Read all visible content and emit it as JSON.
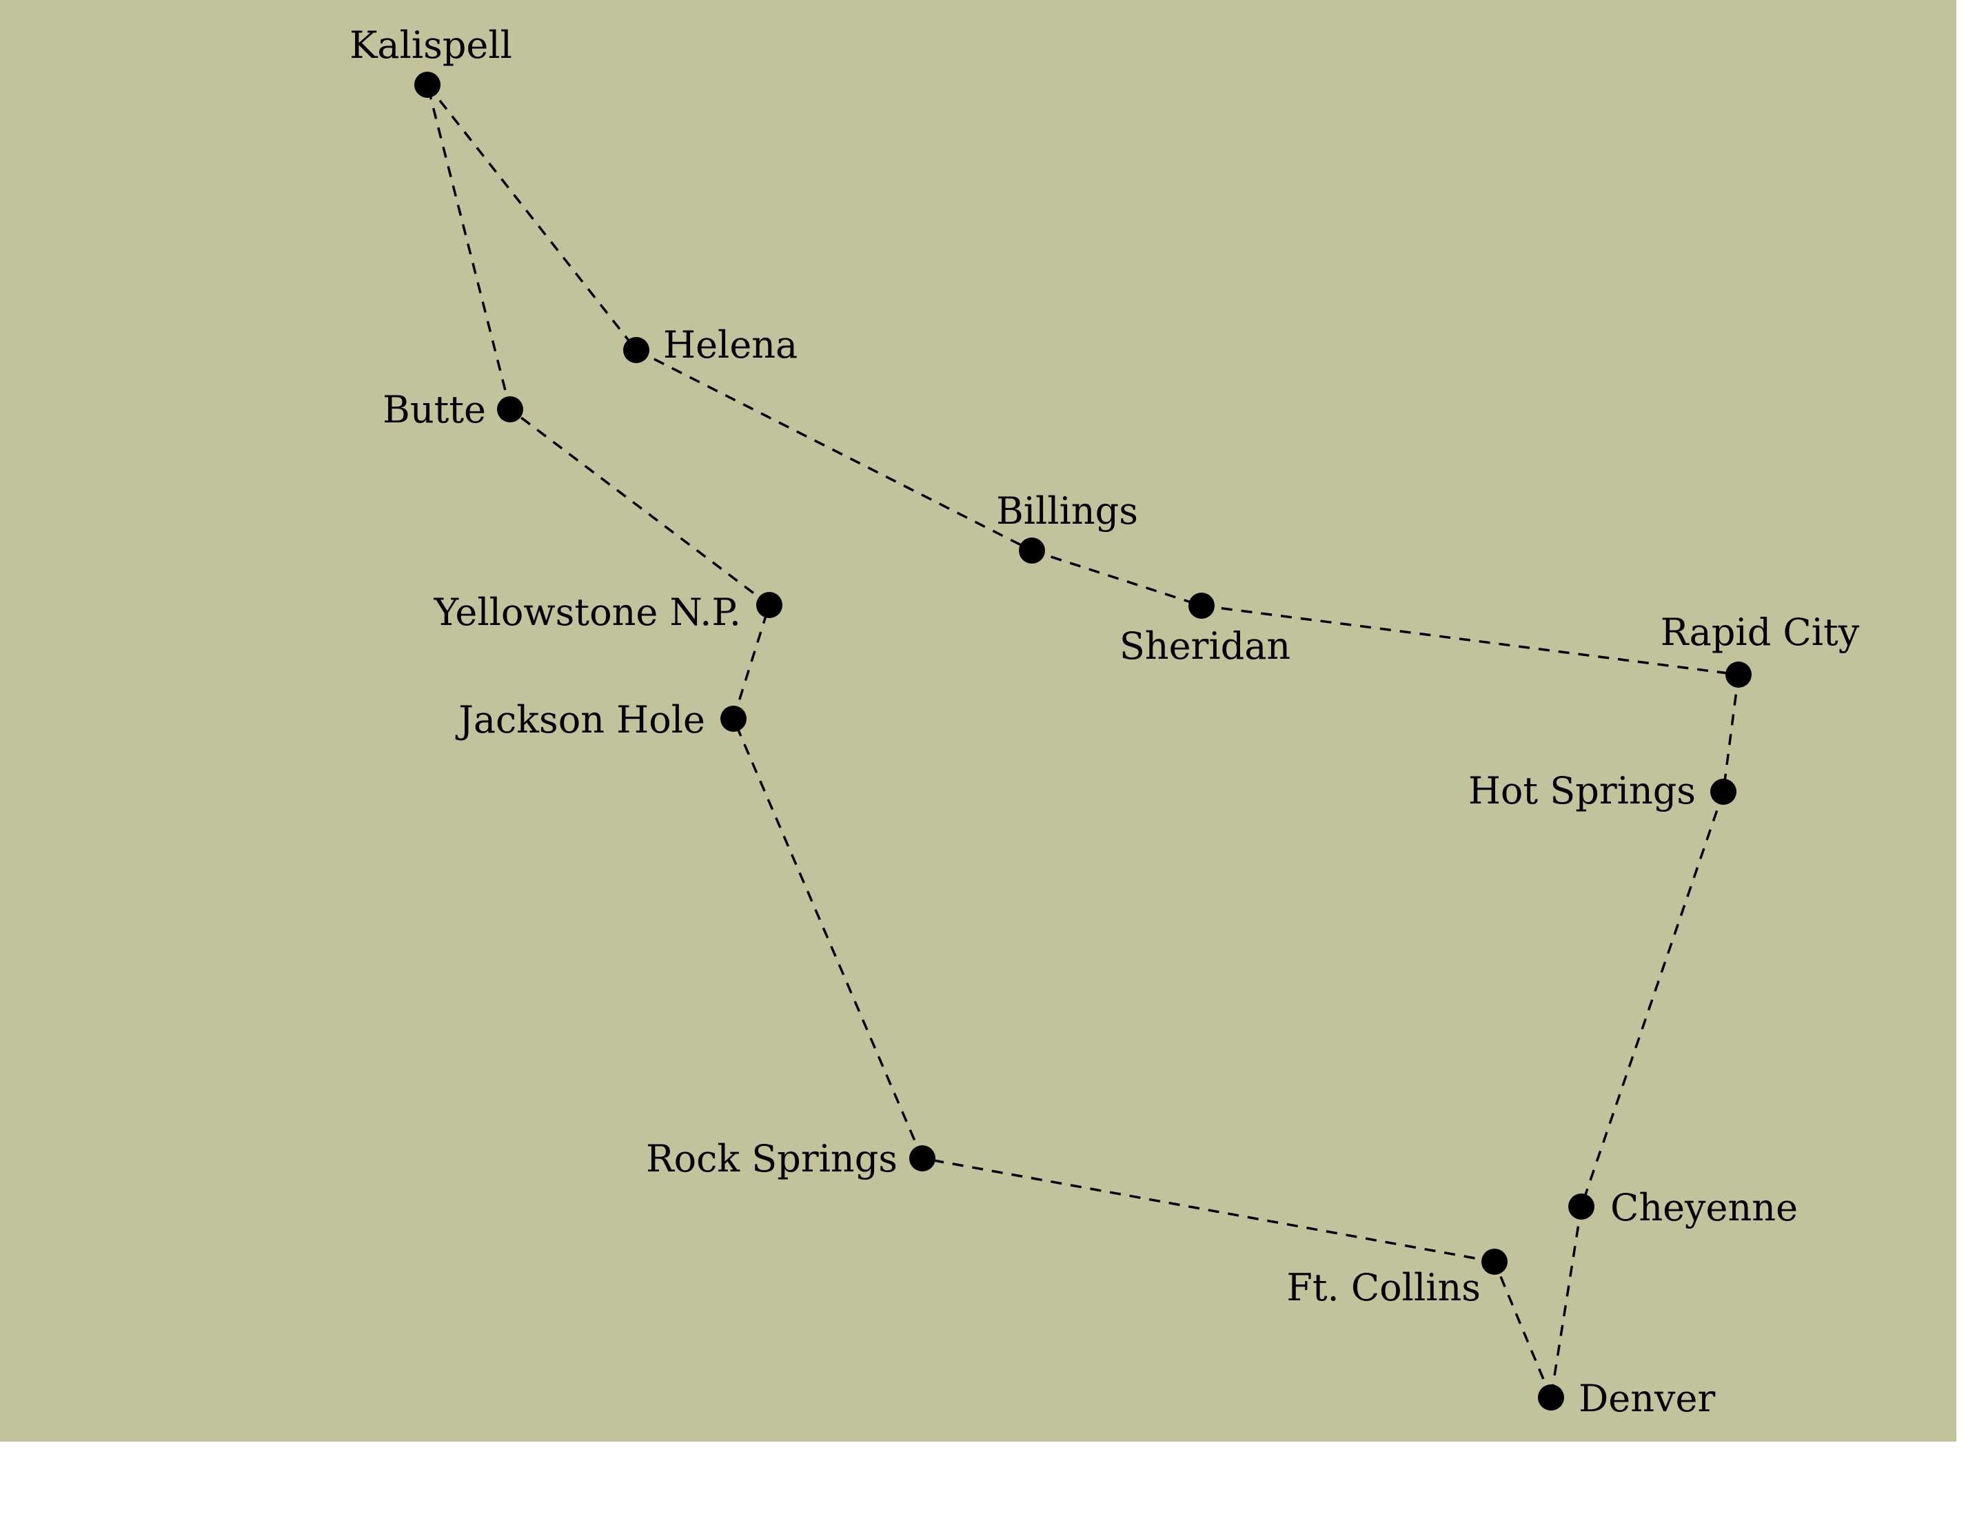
{
  "colors": {
    "land": "#c2c39c",
    "route": "#000000",
    "city": "#000000",
    "label": "#000000"
  },
  "cities": [
    {
      "id": "kalispell",
      "name": "Kalispell"
    },
    {
      "id": "helena",
      "name": "Helena"
    },
    {
      "id": "butte",
      "name": "Butte"
    },
    {
      "id": "billings",
      "name": "Billings"
    },
    {
      "id": "yellowstone",
      "name": "Yellowstone N.P."
    },
    {
      "id": "sheridan",
      "name": "Sheridan"
    },
    {
      "id": "rapid-city",
      "name": "Rapid City"
    },
    {
      "id": "jackson-hole",
      "name": "Jackson Hole"
    },
    {
      "id": "hot-springs",
      "name": "Hot Springs"
    },
    {
      "id": "rock-springs",
      "name": "Rock Springs"
    },
    {
      "id": "cheyenne",
      "name": "Cheyenne"
    },
    {
      "id": "ft-collins",
      "name": "Ft. Collins"
    },
    {
      "id": "denver",
      "name": "Denver"
    }
  ],
  "route": [
    "kalispell",
    "helena",
    "billings",
    "sheridan",
    "rapid-city",
    "hot-springs",
    "cheyenne",
    "denver",
    "ft-collins",
    "rock-springs",
    "jackson-hole",
    "yellowstone",
    "butte",
    "kalispell"
  ]
}
